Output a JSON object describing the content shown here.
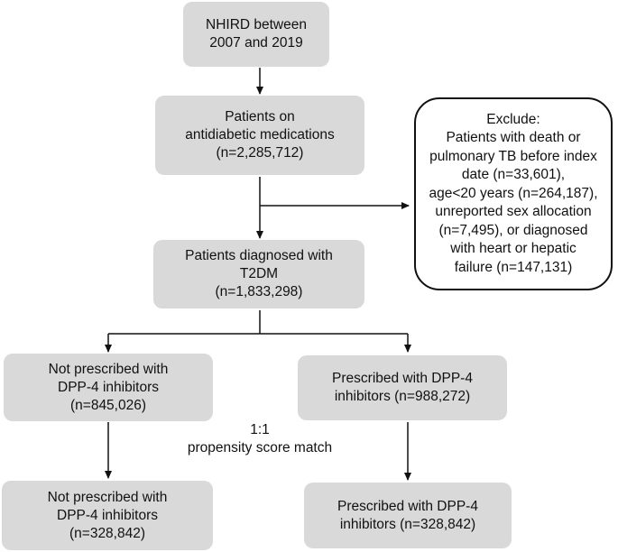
{
  "boxes": {
    "source": [
      "NHIRD between",
      "2007 and 2019"
    ],
    "antidiabetic": [
      "Patients on",
      "antidiabetic medications",
      "(n=2,285,712)"
    ],
    "t2dm": [
      "Patients diagnosed with",
      "T2DM",
      "(n=1,833,298)"
    ],
    "not_prescribed": [
      "Not prescribed with",
      "DPP-4 inhibitors",
      "(n=845,026)"
    ],
    "prescribed": [
      "Prescribed with DPP-4",
      "inhibitors (n=988,272)"
    ],
    "not_prescribed_matched": [
      "Not prescribed with",
      "DPP-4 inhibitors",
      "(n=328,842)"
    ],
    "prescribed_matched": [
      "Prescribed with DPP-4",
      "inhibitors (n=328,842)"
    ]
  },
  "exclude": [
    "Exclude:",
    "Patients with death or",
    "pulmonary TB before index",
    "date (n=33,601),",
    "age<20 years (n=264,187),",
    "unreported sex allocation",
    "(n=7,495), or diagnosed",
    "with heart or hepatic",
    "failure (n=147,131)"
  ],
  "match_label": [
    "1:1",
    "propensity score match"
  ],
  "colors": {
    "box_fill": "#d9d9d9",
    "line": "#111111"
  }
}
